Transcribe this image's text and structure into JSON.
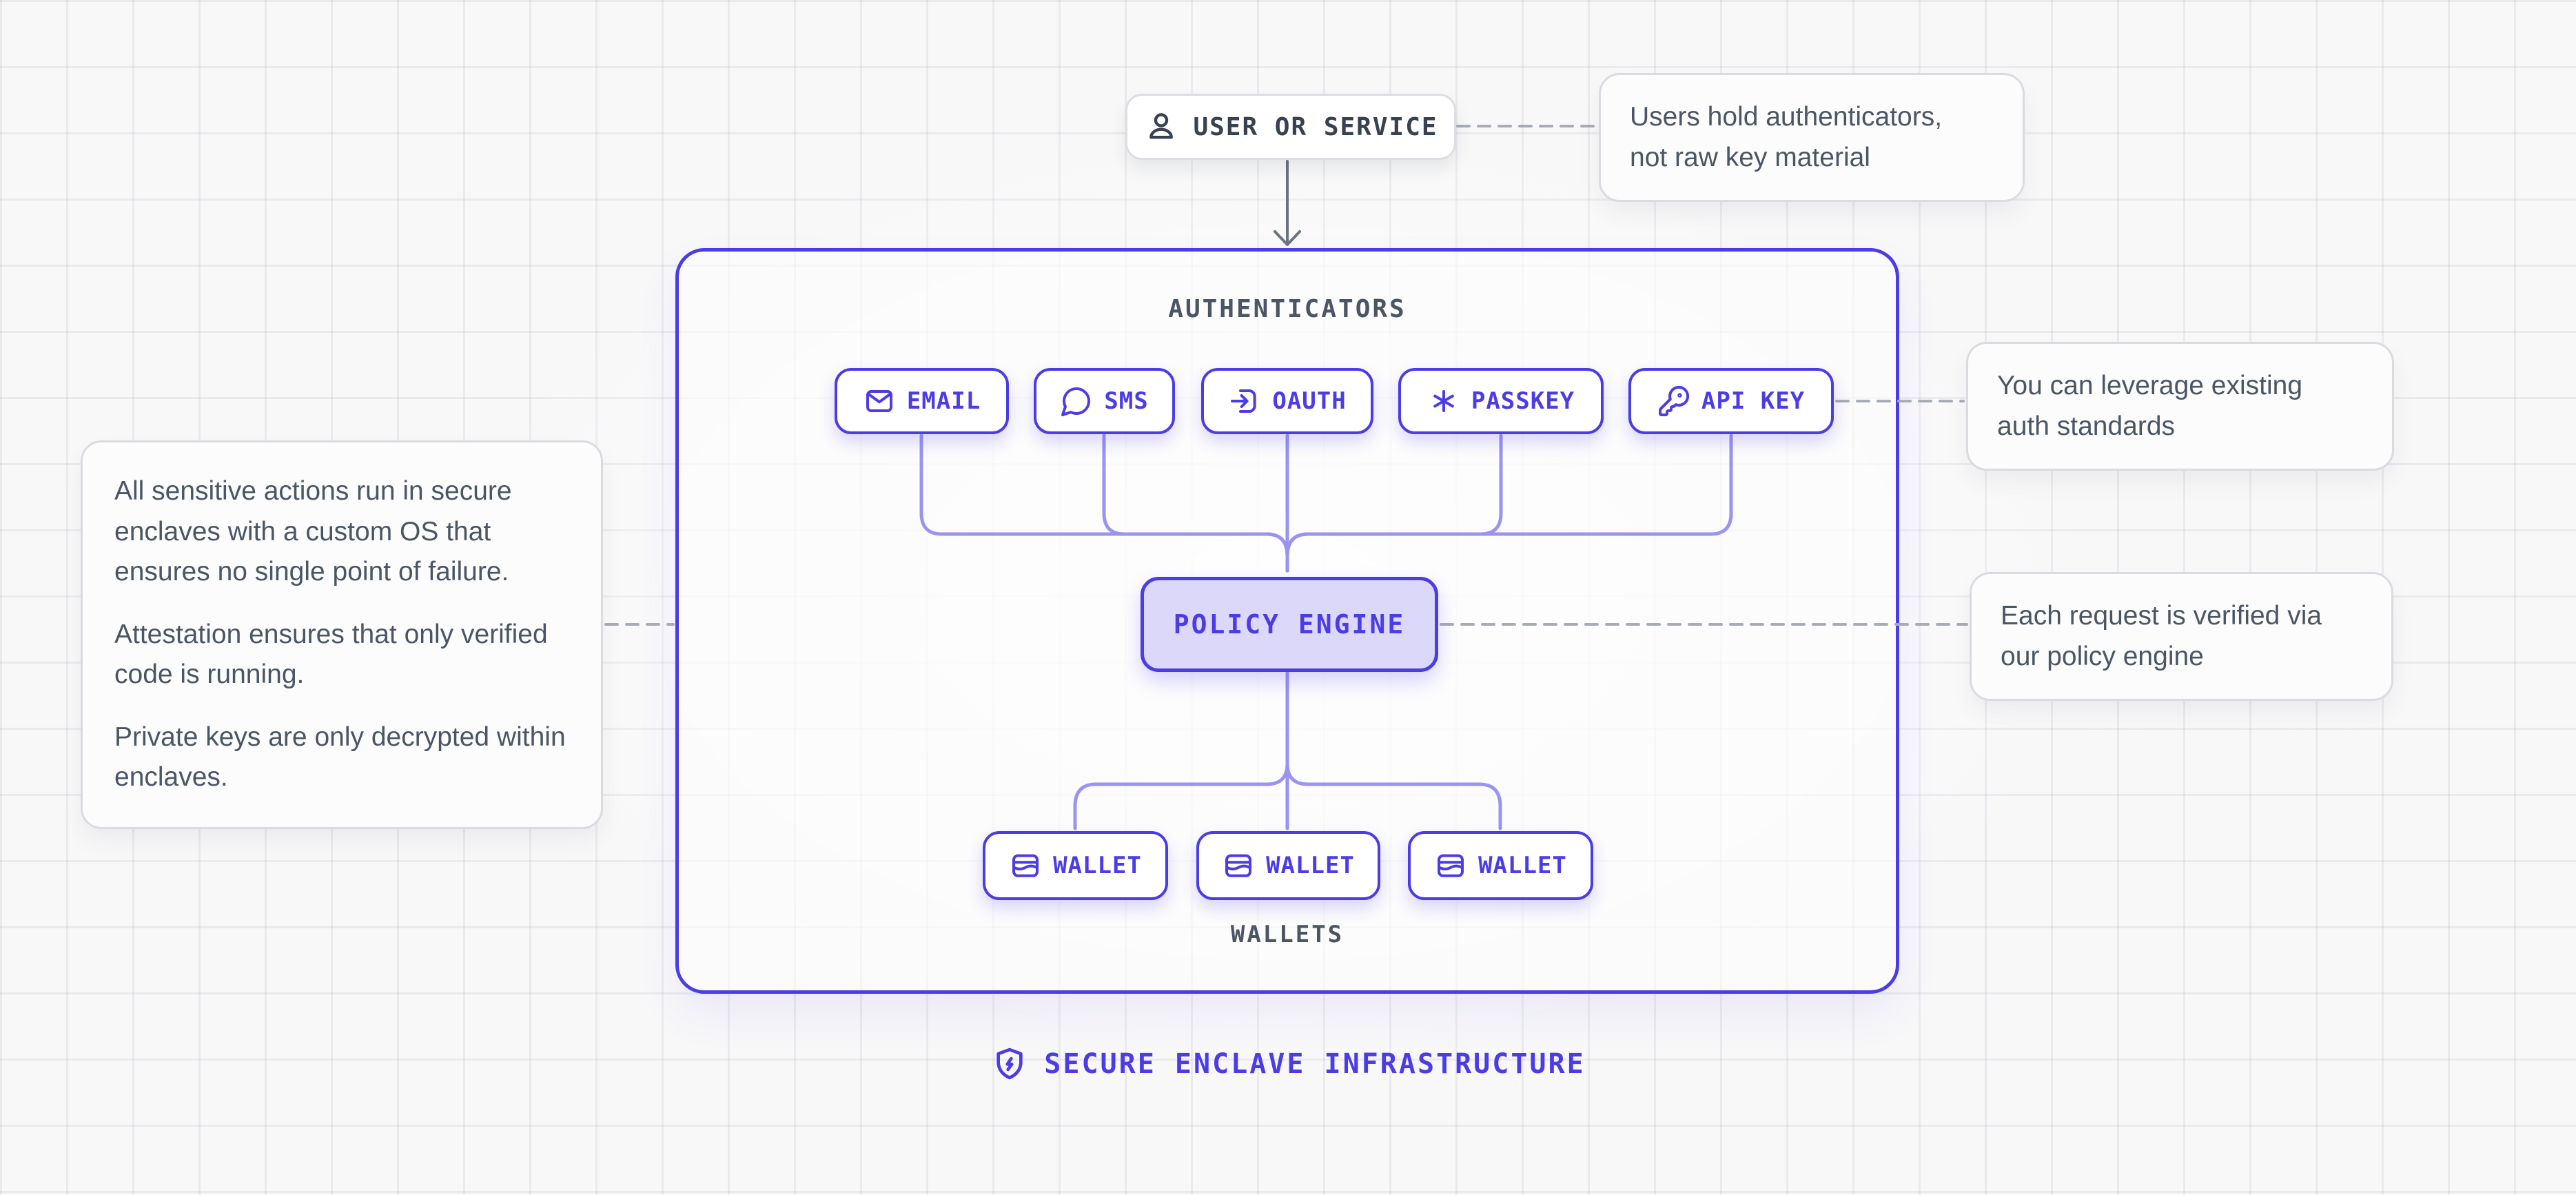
{
  "colors": {
    "accent": "#4b3ce7",
    "policy_fill": "#dcd8fa",
    "connector": "#9a93f0",
    "label_gray": "#4b5563",
    "dash_gray": "#a8adb5",
    "background": "#f8f8f9"
  },
  "top_node": {
    "label": "USER OR SERVICE",
    "icon": "user-icon"
  },
  "container": {
    "title": "AUTHENTICATORS",
    "wallets_label": "WALLETS"
  },
  "auth_methods": [
    {
      "label": "EMAIL",
      "icon": "mail-icon"
    },
    {
      "label": "SMS",
      "icon": "message-icon"
    },
    {
      "label": "OAUTH",
      "icon": "login-icon"
    },
    {
      "label": "PASSKEY",
      "icon": "asterisk-icon"
    },
    {
      "label": "API KEY",
      "icon": "key-icon"
    }
  ],
  "policy_engine": {
    "label": "POLICY ENGINE"
  },
  "wallets": [
    {
      "label": "WALLET",
      "icon": "wallet-icon"
    },
    {
      "label": "WALLET",
      "icon": "wallet-icon"
    },
    {
      "label": "WALLET",
      "icon": "wallet-icon"
    }
  ],
  "annotations": {
    "user": "Users hold authenticators,\nnot raw key material",
    "auth": "You can leverage existing\nauth standards",
    "policy": "Each request is verified via\nour policy engine",
    "enclave": {
      "p1": "All sensitive actions run in secure enclaves with a custom OS that ensures no single point of failure.",
      "p2": "Attestation ensures that only verified code is running.",
      "p3": "Private keys are only decrypted within enclaves."
    }
  },
  "footer": {
    "label": "SECURE ENCLAVE INFRASTRUCTURE",
    "icon": "shield-bolt-icon"
  }
}
